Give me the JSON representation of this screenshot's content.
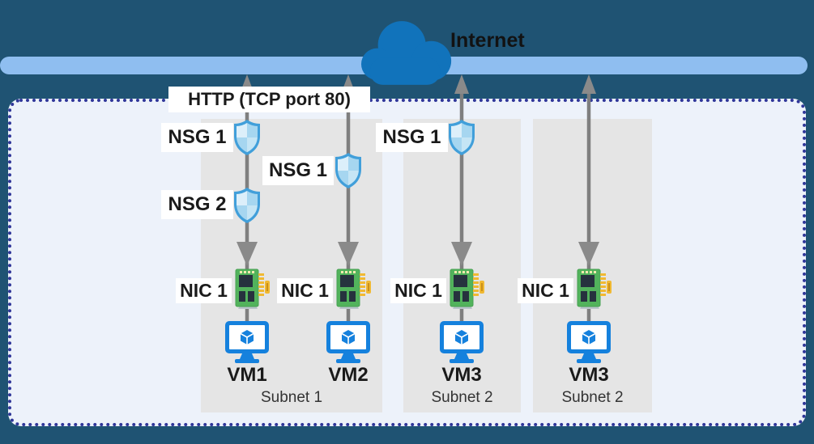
{
  "internet": {
    "label": "Internet"
  },
  "http_rule": {
    "label": "HTTP (TCP port 80)"
  },
  "columns": [
    {
      "nsgs": [
        "NSG 1",
        "NSG 2"
      ],
      "nic": "NIC 1",
      "vm": "VM1"
    },
    {
      "nsgs": [
        "NSG 1"
      ],
      "nic": "NIC 1",
      "vm": "VM2"
    },
    {
      "nsgs": [
        "NSG 1"
      ],
      "nic": "NIC 1",
      "vm": "VM3"
    },
    {
      "nsgs": [],
      "nic": "NIC 1",
      "vm": "VM3"
    }
  ],
  "subnets": [
    {
      "label": "Subnet 1"
    },
    {
      "label": "Subnet 2"
    },
    {
      "label": "Subnet 2"
    }
  ],
  "icons": {
    "cloud": "internet-cloud-icon",
    "shield": "nsg-shield-icon",
    "nic": "nic-card-icon",
    "vm": "vm-monitor-icon"
  },
  "colors": {
    "background": "#1F5373",
    "internet_bar": "#8FBEF0",
    "vnet_fill": "#EDF2FA",
    "vnet_border": "#2F3699",
    "subnet_fill": "#E5E5E5",
    "arrow": "#7F7F7F",
    "cloud_blue": "#1173BB",
    "vm_blue": "#1581DD",
    "nic_green": "#52B35C",
    "nic_pins_gold": "#F0B932",
    "shield_border": "#419FDA"
  }
}
